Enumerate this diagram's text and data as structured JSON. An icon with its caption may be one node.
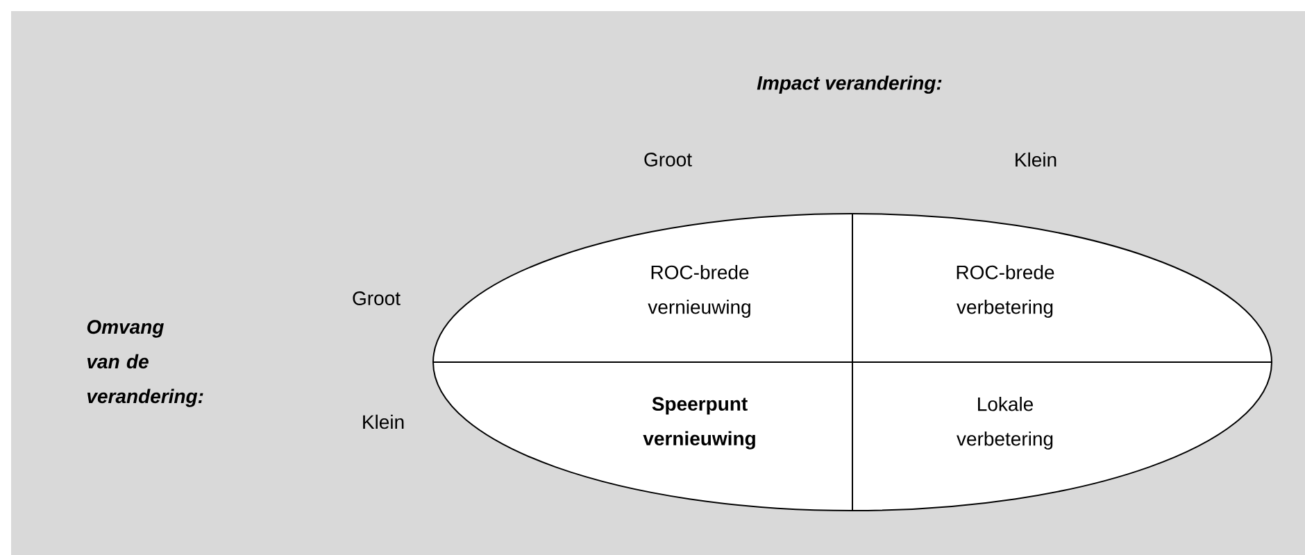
{
  "diagram": {
    "nodes": [
      {
        "text": [],
        "shape": "ellipse"
      },
      {
        "text": [
          "ROC-brede vernieuwing"
        ],
        "in": 0
      },
      {
        "text": [
          "ROC-brede verbetering"
        ],
        "in": 0
      },
      {
        "text": [
          "Speerpunt vernieuwing"
        ],
        "in": 0
      },
      {
        "text": [
          "Lokale verbetering"
        ],
        "in": 0
      }
    ],
    "labels": [
      "Impact verandering:",
      "Groot",
      "Klein",
      "Groot",
      "Omvang van de verandering:",
      "Klein"
    ]
  }
}
